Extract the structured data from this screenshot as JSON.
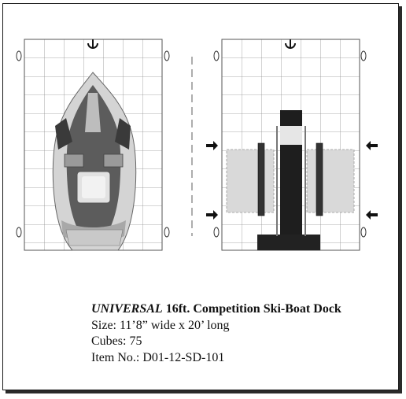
{
  "product": {
    "brand": "UNIVERSAL",
    "title": "16ft. Competition Ski-Boat Dock",
    "size_label": "Size:",
    "size_value": "11’8” wide x 20’ long",
    "cubes_label": "Cubes:",
    "cubes_value": "75",
    "item_label": "Item No.:",
    "item_value": "D01-12-SD-101"
  },
  "colors": {
    "grid_line": "#8a8a8a",
    "boat_dark": "#5a5a5a",
    "boat_light": "#cfcfcf",
    "slot_fill": "#d8d8d8",
    "dark_fill": "#1e1e1e"
  },
  "icons": [
    "rotation-icon",
    "cleat-icon",
    "arrow-right-icon",
    "arrow-left-icon"
  ]
}
